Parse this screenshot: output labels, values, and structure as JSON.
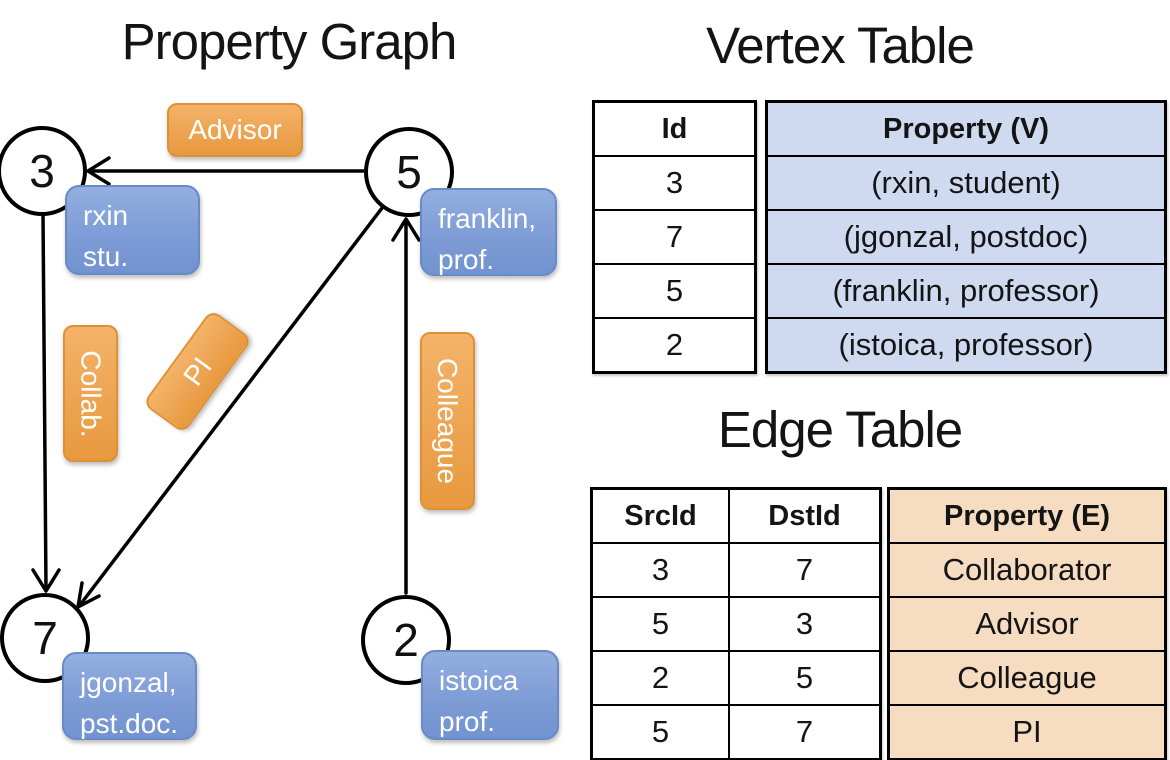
{
  "graph": {
    "title": "Property Graph",
    "nodes": [
      {
        "id": "3",
        "property_lines": [
          "rxin",
          "stu."
        ]
      },
      {
        "id": "5",
        "property_lines": [
          "franklin,",
          "prof."
        ]
      },
      {
        "id": "7",
        "property_lines": [
          "jgonzal,",
          "pst.doc."
        ]
      },
      {
        "id": "2",
        "property_lines": [
          "istoica",
          "prof."
        ]
      }
    ],
    "edges": [
      {
        "label": "Advisor",
        "src": "5",
        "dst": "3"
      },
      {
        "label": "Collab.",
        "src": "3",
        "dst": "7"
      },
      {
        "label": "PI",
        "src": "5",
        "dst": "7"
      },
      {
        "label": "Colleague",
        "src": "2",
        "dst": "5"
      }
    ]
  },
  "vertex_table": {
    "title": "Vertex Table",
    "columns": {
      "id": "Id",
      "property": "Property (V)"
    },
    "rows": [
      {
        "id": "3",
        "property": "(rxin, student)"
      },
      {
        "id": "7",
        "property": "(jgonzal, postdoc)"
      },
      {
        "id": "5",
        "property": "(franklin, professor)"
      },
      {
        "id": "2",
        "property": "(istoica, professor)"
      }
    ]
  },
  "edge_table": {
    "title": "Edge Table",
    "columns": {
      "src": "SrcId",
      "dst": "DstId",
      "property": "Property (E)"
    },
    "rows": [
      {
        "src": "3",
        "dst": "7",
        "property": "Collaborator"
      },
      {
        "src": "5",
        "dst": "3",
        "property": "Advisor"
      },
      {
        "src": "2",
        "dst": "5",
        "property": "Colleague"
      },
      {
        "src": "5",
        "dst": "7",
        "property": "PI"
      }
    ]
  },
  "colors": {
    "edge_label_orange": "#E8993E",
    "vertex_property_blue": "#7E9CD6",
    "vertex_table_fill": "#CFDAF1",
    "edge_table_fill": "#F6DDC2",
    "line_black": "#000000"
  }
}
